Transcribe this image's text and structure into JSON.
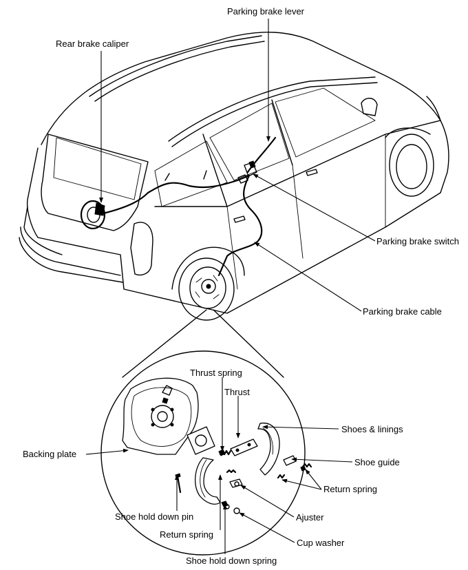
{
  "labels": {
    "parking_brake_lever": "Parking brake lever",
    "rear_brake_caliper": "Rear brake caliper",
    "parking_brake_switch": "Parking brake switch",
    "parking_brake_cable": "Parking brake cable",
    "thrust_spring": "Thrust spring",
    "thrust": "Thrust",
    "shoes_linings": "Shoes & linings",
    "shoe_guide": "Shoe guide",
    "backing_plate": "Backing plate",
    "return_spring_right": "Return spring",
    "ajuster": "Ajuster",
    "shoe_hold_down_pin": "Shoe hold down pin",
    "return_spring_bottom": "Return spring",
    "cup_washer": "Cup washer",
    "shoe_hold_down_spring": "Shoe hold down spring"
  },
  "colors": {
    "ink": "#000000",
    "paper": "#ffffff"
  }
}
